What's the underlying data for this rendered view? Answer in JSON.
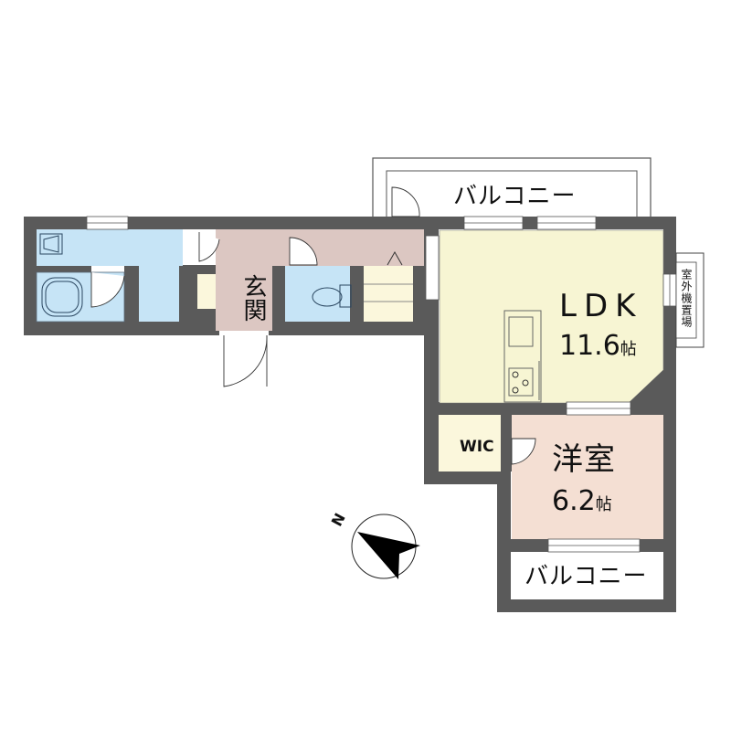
{
  "floorplan": {
    "rooms": [
      {
        "id": "ldk",
        "name": "LDK",
        "size": "11.6",
        "unit": "帖"
      },
      {
        "id": "western",
        "name": "洋室",
        "size": "6.2",
        "unit": "帖"
      },
      {
        "id": "entrance",
        "name": "玄関"
      },
      {
        "id": "wic",
        "name": "WIC"
      }
    ],
    "balcony_top": "バルコニー",
    "balcony_bottom": "バルコニー",
    "ac_unit_area": "室外機置場",
    "compass": {
      "label": "N",
      "icon": "compass-north-arrow-icon"
    },
    "colors": {
      "wall": "#5a5a5a",
      "ldk": "#f7f5d3",
      "western": "#f4dfd3",
      "hallway": "#dcc7c2",
      "wet_area": "#c6e4f6",
      "storage": "#fbf7dc",
      "balcony": "#ffffff"
    }
  }
}
